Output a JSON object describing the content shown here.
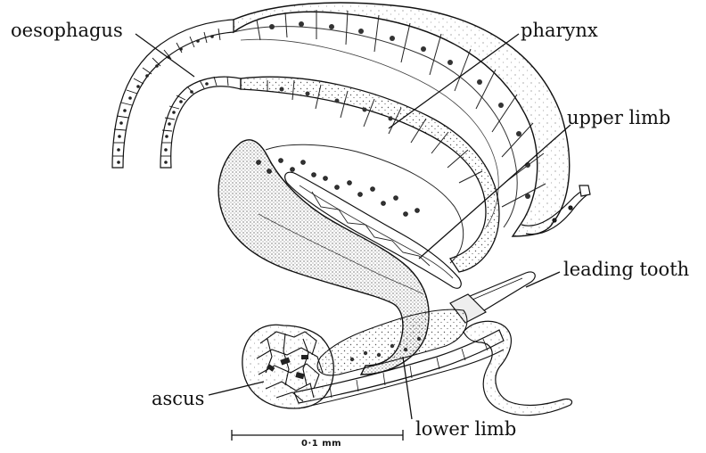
{
  "labels": {
    "oesophagus": "oesophagus",
    "pharynx": "pharynx",
    "upper_limb": "upper limb",
    "leading_tooth": "leading tooth",
    "ascus": "ascus",
    "lower_limb": "lower limb"
  },
  "scale_bar": {
    "text": "0·1 mm"
  },
  "colors": {
    "ink": "#111111",
    "paper": "#ffffff"
  }
}
